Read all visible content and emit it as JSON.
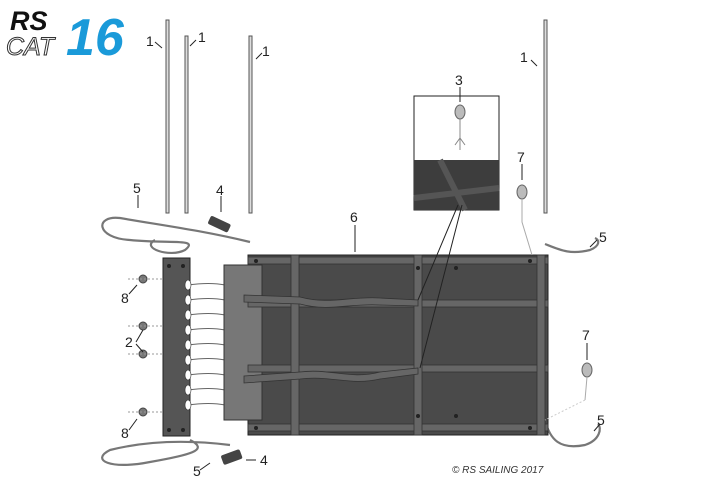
{
  "logo": {
    "line1": "RS",
    "line2": "CAT",
    "number": "16",
    "brand_color": "#1a9ad9"
  },
  "labels": {
    "pole_a": "1",
    "pole_b": "1",
    "pole_c": "1",
    "pole_d": "1",
    "lacing": "2",
    "detail": "3",
    "cleat_top": "4",
    "cleat_bottom": "4",
    "rope_top_left": "5",
    "rope_top_right": "5",
    "rope_bottom_right": "5",
    "rope_bottom_left": "5",
    "trampoline": "6",
    "block_top": "7",
    "block_bottom": "7",
    "bolt_top": "8",
    "bolt_bottom": "8"
  },
  "copyright": "© RS SAILING 2017"
}
